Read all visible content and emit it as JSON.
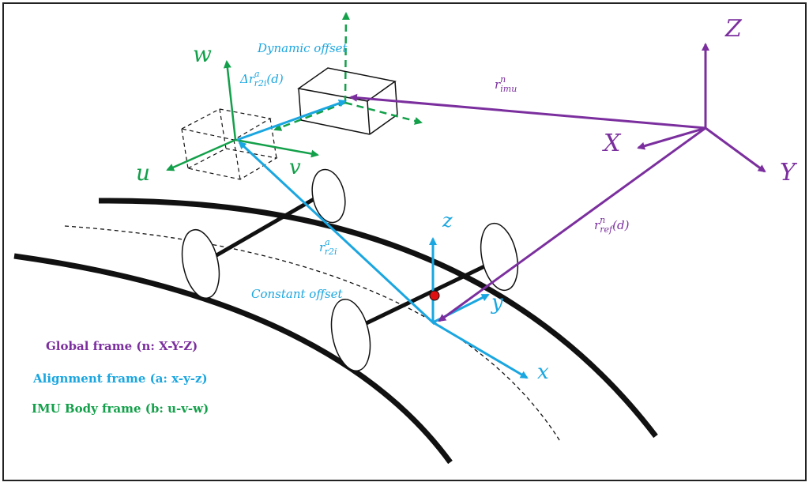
{
  "colors": {
    "global": "#7b2f9e",
    "alignment": "#1aa6e0",
    "imu": "#13a04a",
    "black": "#111111",
    "red": "#e01010"
  },
  "labels": {
    "dynamic_offset": "Dynamic offset",
    "constant_offset": "Constant offset",
    "delta_r_base": "Δr",
    "delta_r_sup": "a",
    "delta_r_sub": "r2i",
    "delta_r_arg": "(d)",
    "r_imu_base": "r",
    "r_imu_sup": "n",
    "r_imu_sub": "imu",
    "r_ref_base": "r",
    "r_ref_sup": "n",
    "r_ref_sub": "ref",
    "r_ref_arg": "(d)",
    "r_r2i_base": "r",
    "r_r2i_sup": "a",
    "r_r2i_sub": "r2i"
  },
  "axes": {
    "global": {
      "X": "X",
      "Y": "Y",
      "Z": "Z"
    },
    "alignment": {
      "x": "x",
      "y": "y",
      "z": "z"
    },
    "imu": {
      "u": "u",
      "v": "v",
      "w": "w"
    }
  },
  "legend": {
    "global": "Global frame (n: X-Y-Z)",
    "alignment": "Alignment frame (a: x-y-z)",
    "imu": "IMU Body frame (b: u-v-w)"
  }
}
